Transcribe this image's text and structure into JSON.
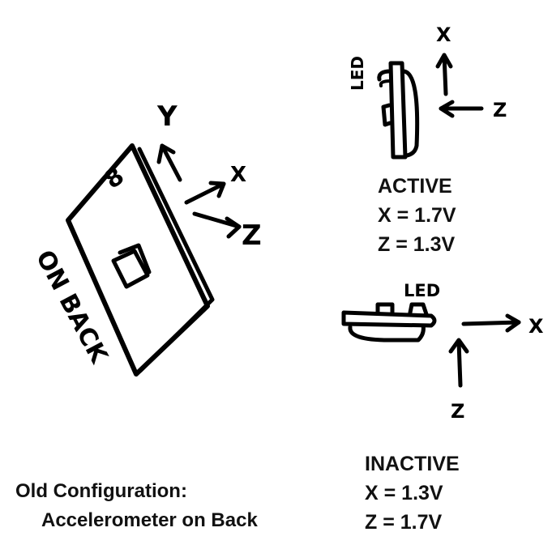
{
  "caption": {
    "line1": "Old Configuration:",
    "line2": "Accelerometer on Back"
  },
  "board_sketch": {
    "on_back_label": "ON BACK",
    "board_marking": "8",
    "axes": {
      "y": "Y",
      "x": "X",
      "z": "Z"
    }
  },
  "active": {
    "led_label": "LED",
    "axis_x": "X",
    "axis_z": "Z",
    "title": "ACTIVE",
    "x_reading": "X = 1.7V",
    "z_reading": "Z = 1.3V"
  },
  "inactive": {
    "led_label": "LED",
    "axis_x": "X",
    "axis_z": "Z",
    "title": "INACTIVE",
    "x_reading": "X = 1.3V",
    "z_reading": "Z = 1.7V"
  }
}
